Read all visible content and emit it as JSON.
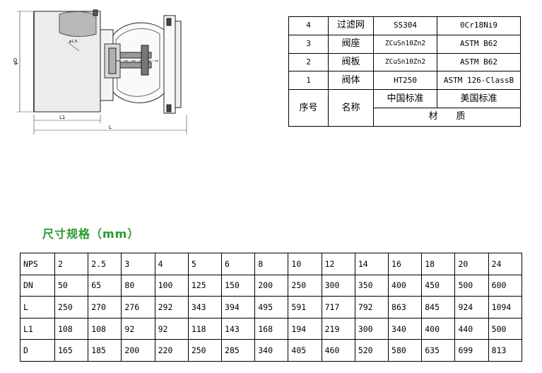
{
  "drawing": {
    "labels": {
      "dia": "φD",
      "l1": "L1",
      "l": "L",
      "callout": "φ1.6"
    }
  },
  "material_table": {
    "rows": [
      {
        "no": "4",
        "name": "过滤网",
        "cn_std": "SS304",
        "us_std": "0Cr18Ni9"
      },
      {
        "no": "3",
        "name": "阀座",
        "cn_std": "ZCuSn10Zn2",
        "us_std": "ASTM B62"
      },
      {
        "no": "2",
        "name": "阀板",
        "cn_std": "ZCuSn10Zn2",
        "us_std": "ASTM B62"
      },
      {
        "no": "1",
        "name": "阀体",
        "cn_std": "HT250",
        "us_std": "ASTM 126-ClassB"
      }
    ],
    "header": {
      "no": "序号",
      "name": "名称",
      "cn_std": "中国标准",
      "us_std": "美国标准",
      "material": "材　　质"
    }
  },
  "dimensions": {
    "title": "尺寸规格（mm）",
    "rows": [
      {
        "label": "NPS",
        "values": [
          "2",
          "2.5",
          "3",
          "4",
          "5",
          "6",
          "8",
          "10",
          "12",
          "14",
          "16",
          "18",
          "20",
          "24"
        ]
      },
      {
        "label": "DN",
        "values": [
          "50",
          "65",
          "80",
          "100",
          "125",
          "150",
          "200",
          "250",
          "300",
          "350",
          "400",
          "450",
          "500",
          "600"
        ]
      },
      {
        "label": "L",
        "values": [
          "250",
          "270",
          "276",
          "292",
          "343",
          "394",
          "495",
          "591",
          "717",
          "792",
          "863",
          "845",
          "924",
          "1094"
        ]
      },
      {
        "label": "L1",
        "values": [
          "108",
          "108",
          "92",
          "92",
          "118",
          "143",
          "168",
          "194",
          "219",
          "300",
          "340",
          "400",
          "440",
          "500"
        ]
      },
      {
        "label": "D",
        "values": [
          "165",
          "185",
          "200",
          "220",
          "250",
          "285",
          "340",
          "405",
          "460",
          "520",
          "580",
          "635",
          "699",
          "813"
        ]
      }
    ]
  }
}
